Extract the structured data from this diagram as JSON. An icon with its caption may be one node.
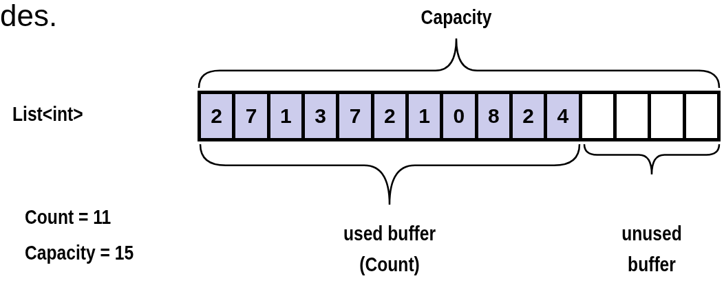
{
  "diagram": {
    "nodes": [
      {
        "text": [],
        "shape": "box"
      },
      {
        "text": [
          "2"
        ],
        "in": 0
      },
      {
        "text": [
          "7"
        ],
        "in": 0
      },
      {
        "text": [
          "1"
        ],
        "in": 0
      },
      {
        "text": [
          "3"
        ],
        "in": 0
      },
      {
        "text": [
          "7"
        ],
        "in": 0
      },
      {
        "text": [
          "2"
        ],
        "in": 0
      },
      {
        "text": [
          "1"
        ],
        "in": 0
      },
      {
        "text": [
          "0"
        ],
        "in": 0
      },
      {
        "text": [
          "8"
        ],
        "in": 0
      },
      {
        "text": [
          "2"
        ],
        "in": 0
      },
      {
        "text": [
          "4"
        ],
        "in": 0
      },
      {
        "text": [],
        "shape": "box",
        "in": 0
      },
      {
        "text": [],
        "shape": "box",
        "in": 0
      },
      {
        "text": [],
        "shape": "box",
        "in": 0
      },
      {
        "text": [],
        "shape": "box",
        "in": 0
      }
    ],
    "labels": [
      "des.",
      "Capacity",
      "List<int>",
      "Count = 11",
      "Capacity = 15",
      "used buffer (Count)",
      "unused buffer"
    ]
  }
}
